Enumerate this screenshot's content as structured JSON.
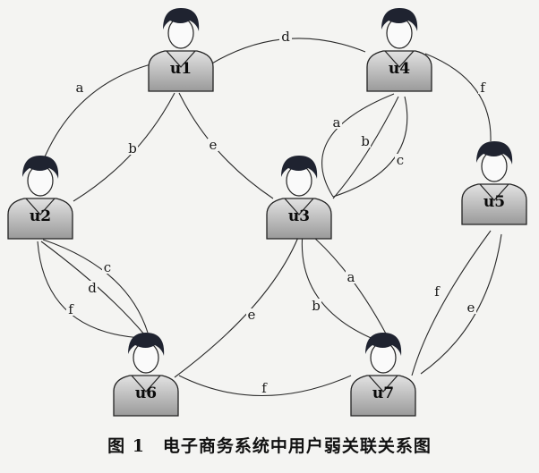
{
  "users": [
    {
      "id": "u1",
      "label": "u1"
    },
    {
      "id": "u2",
      "label": "u2"
    },
    {
      "id": "u3",
      "label": "u3"
    },
    {
      "id": "u4",
      "label": "u4"
    },
    {
      "id": "u5",
      "label": "u5"
    },
    {
      "id": "u6",
      "label": "u6"
    },
    {
      "id": "u7",
      "label": "u7"
    }
  ],
  "edges": [
    {
      "id": "u1-u4-d",
      "from": "u1",
      "to": "u4",
      "label": "d"
    },
    {
      "id": "u1-u2-a",
      "from": "u1",
      "to": "u2",
      "label": "a"
    },
    {
      "id": "u1-u2-b",
      "from": "u1",
      "to": "u2",
      "label": "b"
    },
    {
      "id": "u1-u3-e",
      "from": "u1",
      "to": "u3",
      "label": "e"
    },
    {
      "id": "u4-u5-f",
      "from": "u4",
      "to": "u5",
      "label": "f"
    },
    {
      "id": "u4-u3-a",
      "from": "u4",
      "to": "u3",
      "label": "a"
    },
    {
      "id": "u4-u3-b",
      "from": "u4",
      "to": "u3",
      "label": "b"
    },
    {
      "id": "u4-u3-c",
      "from": "u4",
      "to": "u3",
      "label": "c"
    },
    {
      "id": "u2-u6-c",
      "from": "u2",
      "to": "u6",
      "label": "c"
    },
    {
      "id": "u2-u6-d",
      "from": "u2",
      "to": "u6",
      "label": "d"
    },
    {
      "id": "u2-u6-f",
      "from": "u2",
      "to": "u6",
      "label": "f"
    },
    {
      "id": "u3-u6-e",
      "from": "u3",
      "to": "u6",
      "label": "e"
    },
    {
      "id": "u3-u7-a",
      "from": "u3",
      "to": "u7",
      "label": "a"
    },
    {
      "id": "u3-u7-b",
      "from": "u3",
      "to": "u7",
      "label": "b"
    },
    {
      "id": "u6-u7-f",
      "from": "u6",
      "to": "u7",
      "label": "f"
    },
    {
      "id": "u5-u7-f",
      "from": "u5",
      "to": "u7",
      "label": "f"
    },
    {
      "id": "u5-u7-e",
      "from": "u5",
      "to": "u7",
      "label": "e"
    }
  ],
  "caption": "图 1　电子商务系统中用户弱关联关系图",
  "colors": {
    "line": "#2a2a2a",
    "hair": "#1f2330",
    "body": "#c4c4c4",
    "background": "#f4f4f2"
  }
}
